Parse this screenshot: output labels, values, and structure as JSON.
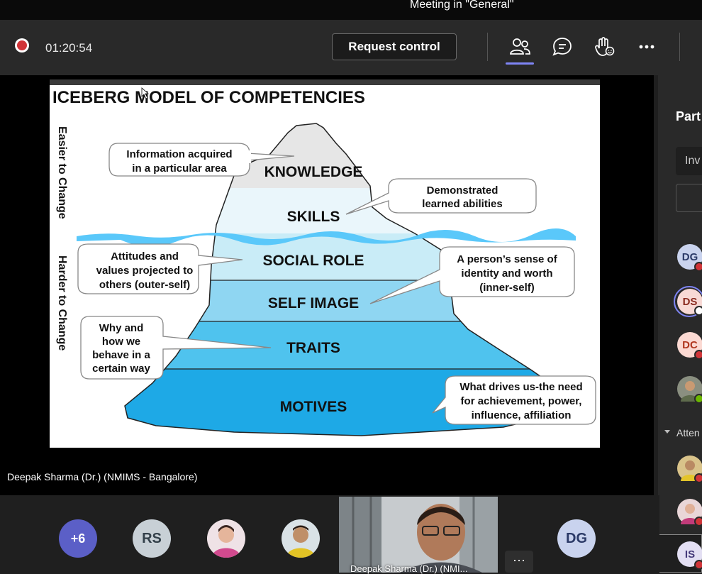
{
  "meeting": {
    "title": "Meeting in \"General\""
  },
  "toolbar": {
    "timer": "01:20:54",
    "request_control_label": "Request control",
    "icons": [
      "people-icon",
      "chat-icon",
      "raise-hand-icon",
      "more-options-icon"
    ]
  },
  "slide": {
    "title": "ICEBERG MODEL OF COMPETENCIES",
    "side_top": "Easier to Change",
    "side_bottom": "Harder to Change",
    "layers": [
      "KNOWLEDGE",
      "SKILLS",
      "SOCIAL ROLE",
      "SELF IMAGE",
      "TRAITS",
      "MOTIVES"
    ],
    "callouts": {
      "knowledge": [
        "Information acquired",
        "in a particular area"
      ],
      "skills": [
        "Demonstrated",
        "learned abilities"
      ],
      "social_role": [
        "Attitudes and",
        "values projected to",
        "others (outer-self)"
      ],
      "self_image": [
        "A person’s sense of",
        "identity and worth",
        "(inner-self)"
      ],
      "traits": [
        "Why and",
        "how we",
        "behave in a",
        "certain way"
      ],
      "motives": [
        "What drives us-the need",
        "for achievement, power,",
        "influence, affiliation"
      ]
    },
    "colors": {
      "tip": "#e6e6e6",
      "skills": "#eaf6fb",
      "social": "#c9ecf7",
      "self": "#8fd6f2",
      "traits": "#4fc3ee",
      "motives": "#1ea9e6",
      "water": "#5ac8fa"
    }
  },
  "presenter": {
    "name": "Deepak Sharma (Dr.) (NMIMS - Bangalore)"
  },
  "right_panel": {
    "title": "Part",
    "invite": "Inv",
    "attendees_label": "Atten",
    "participants": [
      "DG",
      "DS",
      "DC"
    ],
    "attendee_initials": [
      "IS"
    ]
  },
  "bottom": {
    "overflow_count": "+6",
    "avatars": [
      "RS",
      "DG"
    ],
    "video_name": "Deepak Sharma (Dr.) (NMI...",
    "more": "···"
  },
  "colors": {
    "accent": "#7f85f5",
    "record": "#d13438",
    "busy": "#d13438",
    "available": "#6bb700"
  }
}
